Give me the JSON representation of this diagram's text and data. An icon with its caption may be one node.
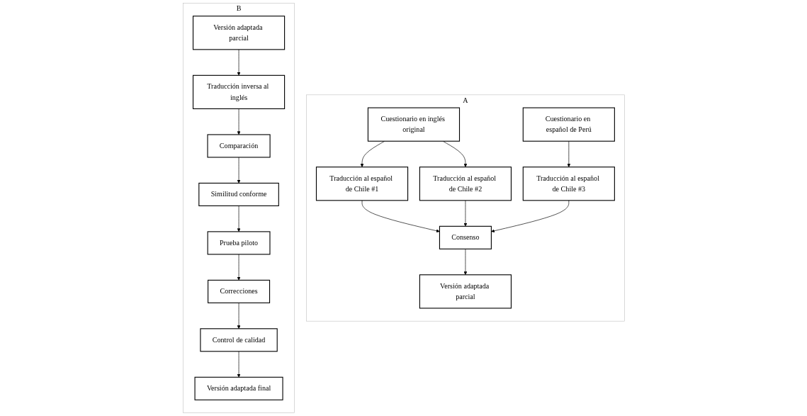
{
  "diagram": {
    "nodes": [
      {
        "text": [
          "A"
        ]
      },
      {
        "text": [
          "Cuestionario en inglés original"
        ],
        "in": 0
      },
      {
        "text": [
          "Cuestionario en español de Perú"
        ],
        "in": 0
      },
      {
        "text": [
          "Traducción al español de Chile #1"
        ],
        "in": 0
      },
      {
        "text": [
          "Traducción al español de Chile #2"
        ],
        "in": 0
      },
      {
        "text": [
          "Traducción al español de Chile #3"
        ],
        "in": 0
      },
      {
        "text": [
          "Consenso"
        ],
        "in": 0
      },
      {
        "text": [
          "Versión adaptada parcial"
        ],
        "in": 0
      },
      {
        "text": [
          "B"
        ]
      },
      {
        "text": [
          "Versión adaptada parcial"
        ],
        "in": 8
      },
      {
        "text": [
          "Traducción inversa al inglés"
        ],
        "in": 8
      },
      {
        "text": [
          "Comparación"
        ],
        "in": 8
      },
      {
        "text": [
          "Similitud conforme"
        ],
        "in": 8
      },
      {
        "text": [
          "Prueba piloto"
        ],
        "in": 8
      },
      {
        "text": [
          "Correcciones"
        ],
        "in": 8
      },
      {
        "text": [
          "Control de calidad"
        ],
        "in": 8
      },
      {
        "text": [
          "Versión adaptada final"
        ],
        "in": 8
      }
    ],
    "edges": [
      {
        "from": 1,
        "to": 3,
        "arrow": "to"
      },
      {
        "from": 1,
        "to": 4,
        "arrow": "to"
      },
      {
        "from": 2,
        "to": 5,
        "arrow": "to"
      },
      {
        "from": 3,
        "to": 6,
        "arrow": "to"
      },
      {
        "from": 4,
        "to": 6,
        "arrow": "to"
      },
      {
        "from": 5,
        "to": 6,
        "arrow": "to"
      },
      {
        "from": 6,
        "to": 7,
        "arrow": "to"
      },
      {
        "from": 9,
        "to": 10,
        "arrow": "to"
      },
      {
        "from": 10,
        "to": 11,
        "arrow": "to"
      },
      {
        "from": 11,
        "to": 12,
        "arrow": "to"
      },
      {
        "from": 12,
        "to": 13,
        "arrow": "to"
      },
      {
        "from": 13,
        "to": 14,
        "arrow": "to"
      },
      {
        "from": 14,
        "to": 15,
        "arrow": "to"
      },
      {
        "from": 15,
        "to": 16,
        "arrow": "to"
      }
    ]
  }
}
